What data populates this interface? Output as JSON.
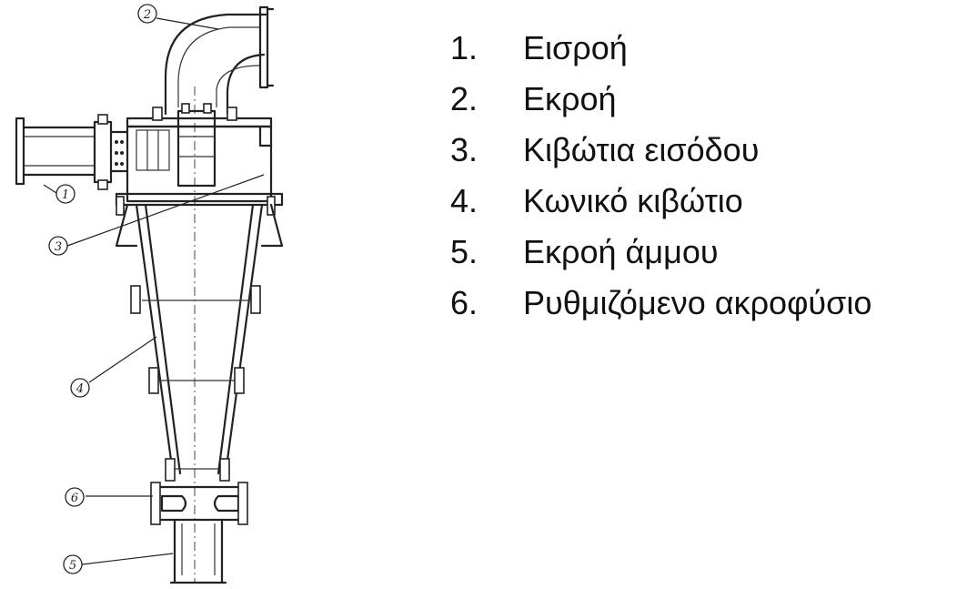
{
  "callouts": [
    "1",
    "2",
    "3",
    "4",
    "5",
    "6"
  ],
  "legend": {
    "items": [
      {
        "num": "1.",
        "label": "Εισροή"
      },
      {
        "num": "2.",
        "label": "Εκροή"
      },
      {
        "num": "3.",
        "label": "Κιβώτια εισόδου"
      },
      {
        "num": "4.",
        "label": "Κωνικό κιβώτιο"
      },
      {
        "num": "5.",
        "label": "Εκροή άμμου"
      },
      {
        "num": "6.",
        "label": "Ρυθμιζόμενο ακροφύσιο"
      }
    ]
  }
}
